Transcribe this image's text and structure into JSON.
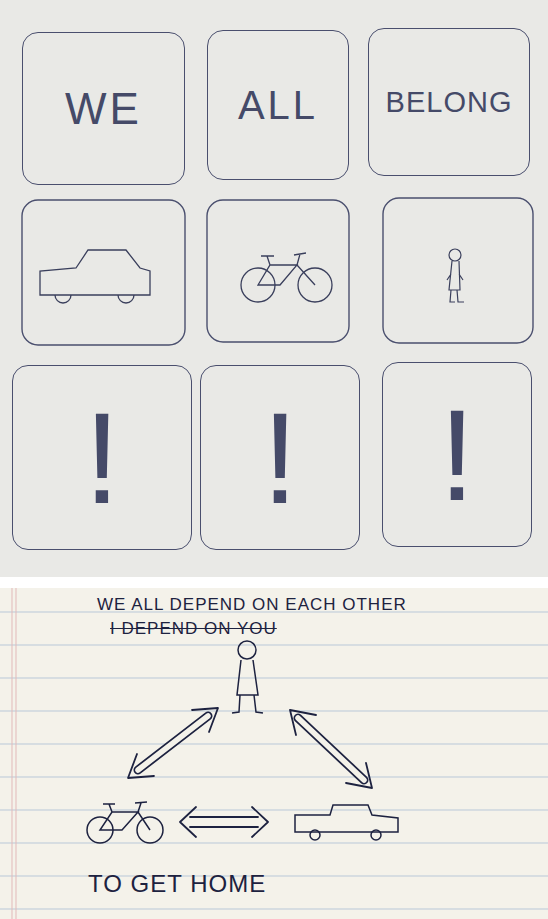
{
  "diagram": {
    "nodes": [
      {
        "text": [
          "WE"
        ]
      },
      {
        "text": [
          "ALL"
        ]
      },
      {
        "text": [
          "BELONG"
        ]
      },
      {
        "text": [
          "!"
        ]
      },
      {
        "text": [
          "!"
        ]
      },
      {
        "text": [
          "!"
        ]
      }
    ],
    "labels": [
      "WE ALL DEPEND ON EACH OTHER",
      "I DEPEND ON YOU",
      "TO GET HOME"
    ]
  }
}
